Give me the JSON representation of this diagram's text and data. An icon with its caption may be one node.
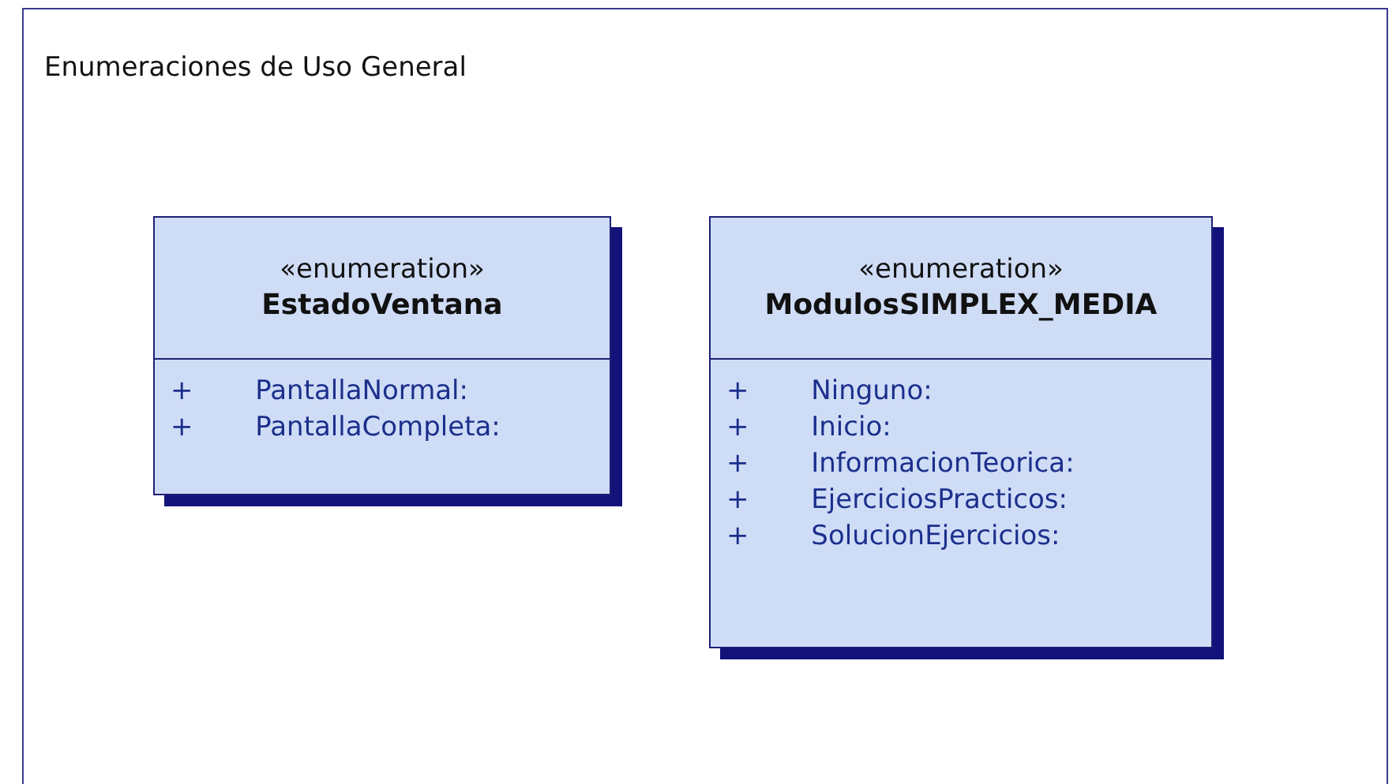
{
  "diagram": {
    "nodes": [
      {
        "text": [
          "Enumeraciones de Uso General"
        ]
      },
      {
        "text": [
          "«enumeration»",
          "EstadoVentana",
          "+ PantallaNormal:",
          "+ PantallaCompleta:"
        ],
        "in": 0
      },
      {
        "text": [
          "«enumeration»",
          "ModulosSIMPLEX_MEDIA",
          "+ Ninguno:",
          "+ Inicio:",
          "+ InformacionTeorica:",
          "+ EjerciciosPracticos:",
          "+ SolucionEjercicios:"
        ],
        "in": 0
      }
    ]
  }
}
